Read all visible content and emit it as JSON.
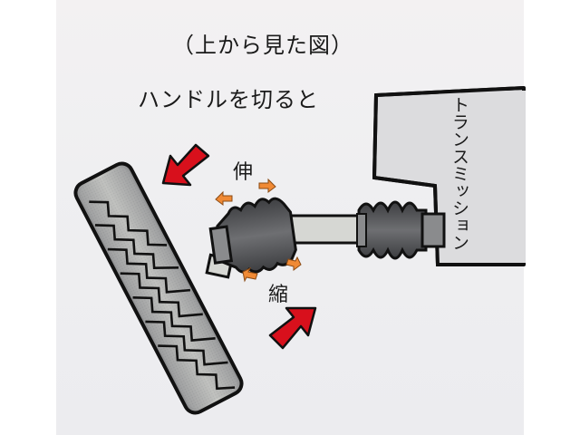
{
  "figure": {
    "title": "（上から見た図）",
    "subtitle": "ハンドルを切ると",
    "labels": {
      "stretch": "伸",
      "compress": "縮",
      "transmission": "トランスミッション"
    },
    "icons": {
      "wheel": "tire-tread-icon",
      "boot_outer": "cv-boot-outer-icon",
      "boot_inner": "cv-boot-inner-icon",
      "shaft": "drive-shaft-icon",
      "transmission": "transmission-housing-icon",
      "arrow_top": "red-arrow-down-left-icon",
      "arrow_bottom": "red-arrow-up-right-icon",
      "small_arrows": "orange-small-arrow-icon"
    },
    "colors": {
      "panel_bg": "#efeff1",
      "outline": "#111111",
      "tire_fill": "#a6a7a8",
      "boot_fill": "#5a5b5e",
      "shaft_fill": "#d6d7d3",
      "transmission_fill": "#dcdcde",
      "red_arrow": "#d8101c",
      "orange_arrow": "#f08a35"
    }
  }
}
